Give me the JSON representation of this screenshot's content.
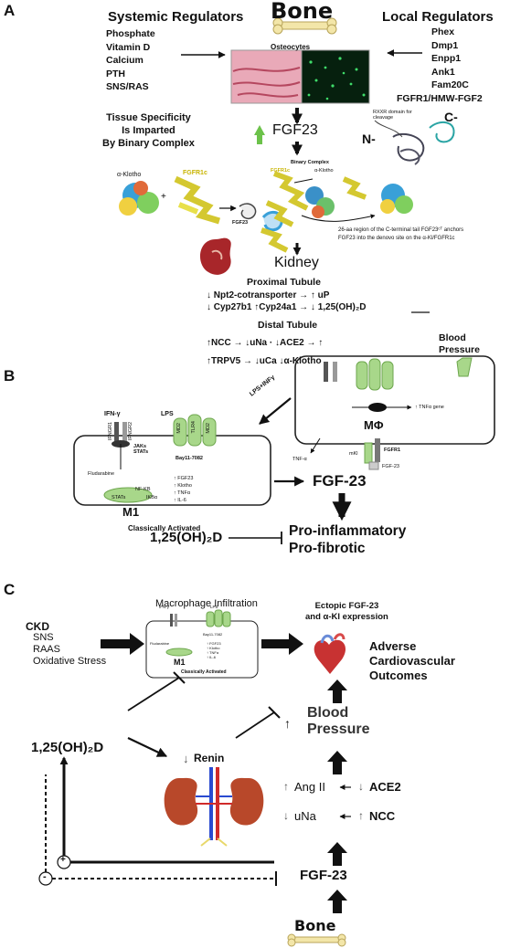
{
  "panels": {
    "a": "A",
    "b": "B",
    "c": "C"
  },
  "panelA": {
    "bone_title": "Bone",
    "systemic_title": "Systemic Regulators",
    "systemic_items": [
      "Phosphate",
      "Vitamin D",
      "Calcium",
      "PTH",
      "SNS/RAS"
    ],
    "local_title": "Local Regulators",
    "local_items": [
      "Phex",
      "Dmp1",
      "Enpp1",
      "Ank1",
      "Fam20C",
      "FGFR1/HMW-FGF2"
    ],
    "osteocytes": "Osteocytes",
    "fgf23": "FGF23",
    "c_term": "C-",
    "n_term": "N-",
    "rxxr": "RXXR domain for cleavage",
    "tissue_specificity": [
      "Tissue Specificity",
      "Is Imparted",
      "By Binary Complex"
    ],
    "aklotho_left": "α-Klotho",
    "fgfr1c_left": "FGFR1c",
    "binary_complex": "Binary Complex",
    "fgfr1c_right": "FGFR1c",
    "aklotho_right": "α-Klotho",
    "fgf23_small": "FGF23",
    "note": [
      "26-aa region of the C-terminal tail FGF23ᶜᵀ anchors",
      "FGF23 into the denovo site on the α-Kl/FGFR1c"
    ],
    "kidney": "Kidney",
    "proximal_title": "Proximal Tubule",
    "proximal_rows": [
      "↓ Npt2-cotransporter → ↑ uP",
      "↓ Cyp27b1  ↑Cyp24a1 → ↓ 1,25(OH)₂D"
    ],
    "distal_title": "Distal Tubule",
    "distal_rows": [
      "↑NCC  → ↓uNa  · ↓ACE2  →  ↑",
      "↑TRPV5 → ↓uCa     ↓α-Klotho"
    ],
    "blood_pressure": [
      "Blood",
      "Pressure"
    ]
  },
  "panelB": {
    "ifn": "IFN-γ",
    "lps": "LPS",
    "lps_ifn": "LPS+INFγ",
    "fludarabine": "Fludarabine",
    "jaks": "JAKs",
    "stats": "STATs",
    "bay": "Bay11-7082",
    "nfkb": "NF-KB",
    "stats_pill": "STATs",
    "ikb": "IKBα",
    "m1_outputs": [
      "↑ FGF23",
      "↑ Klotho",
      "↑ TNFα",
      "↑ IL-6"
    ],
    "m1": "M1",
    "classically": "Classically Activated",
    "receptor_labels": [
      "IFNGR1",
      "IFNGR2",
      "MD2",
      "TLR4",
      "MD2"
    ],
    "mphi": "MΦ",
    "tnf_gene": "↑ TNFα gene",
    "tnfa": "TNF-α",
    "mkl": "mKl",
    "fgfr1": "FGFR1",
    "fgf23_tag": "FGF-23",
    "fgf23_out": "FGF-23",
    "vitd": "1,25(OH)₂D",
    "proinflam": "Pro-inflammatory",
    "profib": "Pro-fibrotic"
  },
  "panelC": {
    "macro_title": "Macrophage Infiltration",
    "ckd": "CKD",
    "ckd_items": [
      "SNS",
      "RAAS",
      "Oxidative Stress"
    ],
    "ectopic": [
      "Ectopic FGF-23",
      "and α-Kl expression"
    ],
    "adverse": [
      "Adverse",
      "Cardiovascular",
      "Outcomes"
    ],
    "bp": [
      "Blood",
      "Pressure"
    ],
    "bp_up": "↑",
    "vitd": "1,25(OH)₂D",
    "renin": "Renin",
    "renin_arrow": "↓",
    "ang2": "Ang II",
    "ang2_arrow": "↑",
    "ace2": "ACE2",
    "ace2_arrow": "↓",
    "una": "uNa",
    "una_arrow": "↓",
    "ncc": "NCC",
    "ncc_arrow": "↑",
    "fgf23": "FGF-23",
    "bone": "Bone",
    "plus": "+",
    "minus": "-",
    "mini_m1": "M1",
    "mini_classically": "Classically Activated",
    "mini_ifn": "IFN-γ",
    "mini_lps": "LPS",
    "mini_fludarabine": "Fludarabine",
    "mini_bay": "Bay11-7082",
    "mini_outputs": [
      "↑ FGF23",
      "↑ Klotho",
      "↑ TNFα",
      "↑ IL-6"
    ]
  }
}
